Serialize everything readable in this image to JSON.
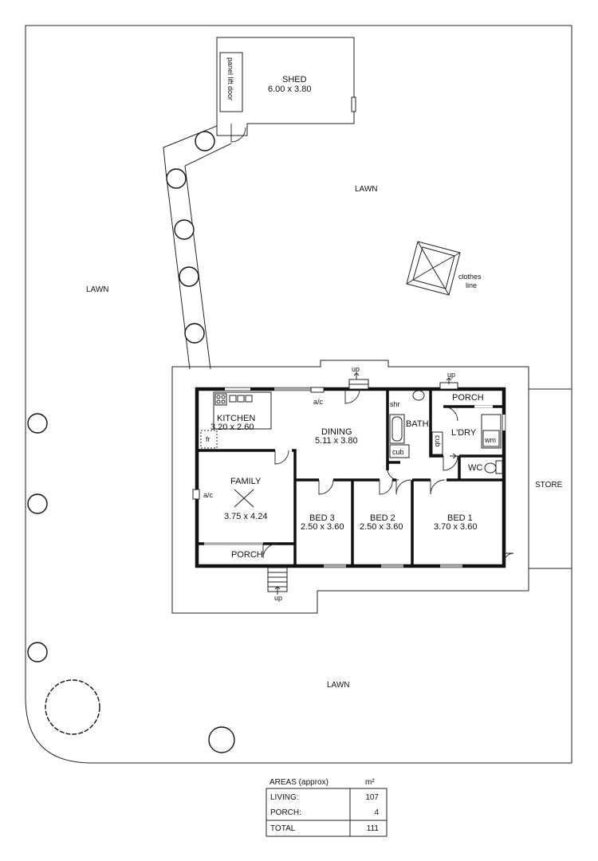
{
  "lawns": [
    "LAWN",
    "LAWN",
    "LAWN"
  ],
  "shed": {
    "label": "SHED",
    "dims": "6.00 x 3.80",
    "door_label": "panel lift door"
  },
  "clothes_line": {
    "line1": "clothes",
    "line2": "line"
  },
  "store": "STORE",
  "up_labels": [
    "up",
    "up",
    "up"
  ],
  "rooms": {
    "kitchen": {
      "name": "KITCHEN",
      "dims": "3.20 x 2.60"
    },
    "dining": {
      "name": "DINING",
      "dims": "5.11 x 3.80"
    },
    "bath": {
      "name": "BATH"
    },
    "shr": "shr",
    "cub": "cub",
    "cub2": "cub",
    "laundry": {
      "name": "L'DRY"
    },
    "wm": "wm",
    "wc": "WC",
    "porch_rear": "PORCH",
    "family": {
      "name": "FAMILY",
      "dims": "3.75 x 4.24"
    },
    "porch_front": "PORCH",
    "bed3": {
      "name": "BED 3",
      "dims": "2.50 x 3.60"
    },
    "bed2": {
      "name": "BED 2",
      "dims": "2.50 x 3.60"
    },
    "bed1": {
      "name": "BED 1",
      "dims": "3.70 x 3.60"
    },
    "fr": "fr",
    "ac1": "a/c",
    "ac2": "a/c"
  },
  "areas": {
    "title": "AREAS (approx)",
    "unit": "m²",
    "rows": [
      {
        "label": "LIVING:",
        "value": "107"
      },
      {
        "label": "PORCH:",
        "value": "4"
      },
      {
        "label": "TOTAL",
        "value": "111"
      }
    ]
  }
}
